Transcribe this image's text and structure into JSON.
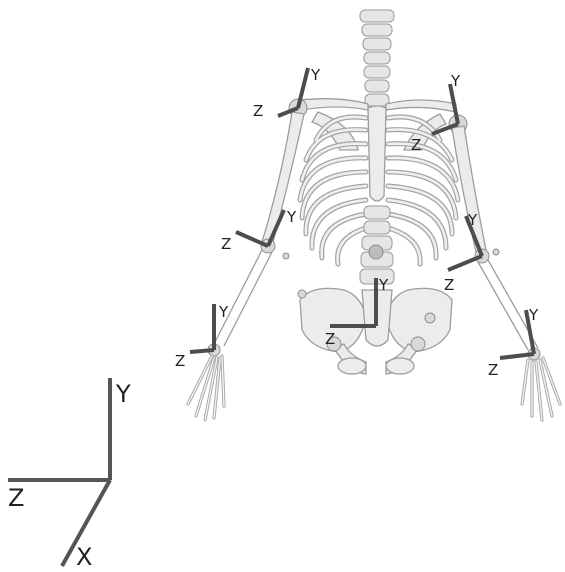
{
  "world_axes": {
    "y": "Y",
    "z": "Z",
    "x": "X"
  },
  "joint_frames": [
    {
      "id": "left-shoulder",
      "y": "Y",
      "z": "Z"
    },
    {
      "id": "right-shoulder",
      "y": "Y",
      "z": "Z"
    },
    {
      "id": "left-elbow",
      "y": "Y",
      "z": "Z"
    },
    {
      "id": "right-elbow",
      "y": "Y",
      "z": "Z"
    },
    {
      "id": "left-wrist",
      "y": "Y",
      "z": "Z"
    },
    {
      "id": "right-wrist",
      "y": "Y",
      "z": "Z"
    },
    {
      "id": "pelvis",
      "y": "Y",
      "z": "Z"
    }
  ],
  "colors": {
    "axis": "#4d4d4d",
    "bone_fill": "#ececec",
    "bone_outline": "#9d9d9d"
  }
}
